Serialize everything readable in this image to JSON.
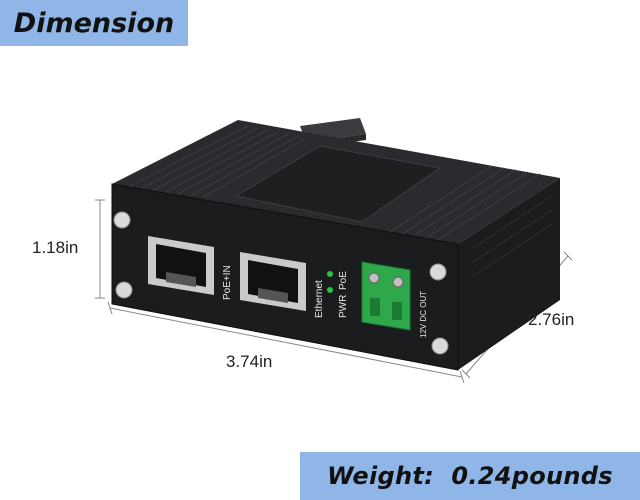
{
  "header": {
    "title": "Dimension"
  },
  "dimensions": {
    "height": "1.18in",
    "width": "3.74in",
    "depth": "2.76in"
  },
  "device": {
    "port_in_label": "PoE+IN",
    "port_out_label": "Ethernet",
    "led_labels": [
      "PWR",
      "PoE"
    ],
    "dc_label": "12V DC OUT",
    "body_color": "#1b1c1e",
    "terminal_color": "#2ea84a",
    "led_color": "#2fc24a"
  },
  "footer": {
    "weight_text": "Weight:  0.24pounds"
  },
  "colors": {
    "accent": "#8fb6e6"
  }
}
